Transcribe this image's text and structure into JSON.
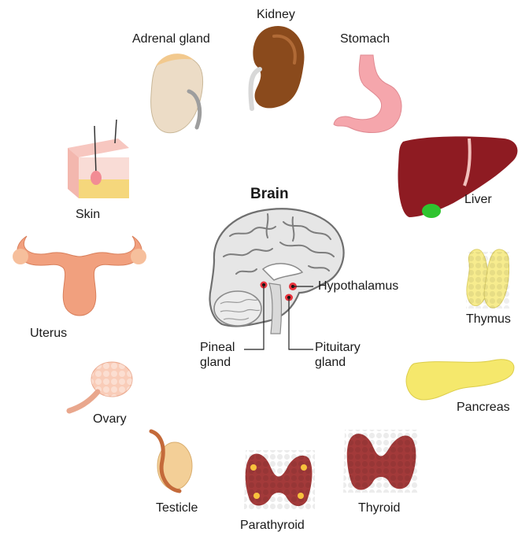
{
  "diagram": {
    "center": {
      "title": "Brain",
      "parts": {
        "hypothalamus": "Hypothalamus",
        "pineal": "Pineal\ngland",
        "pituitary": "Pituitary\ngland"
      }
    },
    "organs": {
      "kidney": "Kidney",
      "adrenal": "Adrenal gland",
      "stomach": "Stomach",
      "skin": "Skin",
      "liver": "Liver",
      "uterus": "Uterus",
      "thymus": "Thymus",
      "ovary": "Ovary",
      "pancreas": "Pancreas",
      "testicle": "Testicle",
      "parathyroid": "Parathyroid",
      "thyroid": "Thyroid"
    },
    "colors": {
      "kidney": "#8a4a1c",
      "adrenal_body": "#ecdcc6",
      "adrenal_cap": "#f2c98e",
      "stomach": "#f5a6ac",
      "liver": "#8e1b22",
      "gallbladder": "#2fc42f",
      "skin_top": "#f7c7c0",
      "skin_fat": "#f5d77c",
      "uterus": "#f1a07e",
      "thymus": "#f7ec8e",
      "ovary": "#f9ccb8",
      "pancreas": "#f5e86c",
      "testicle": "#f3cf97",
      "thyroid": "#a33a3a",
      "parathyroid_spot": "#f7c23d",
      "brain": "#e6e6e6",
      "gland_red": "#e8323c"
    }
  }
}
